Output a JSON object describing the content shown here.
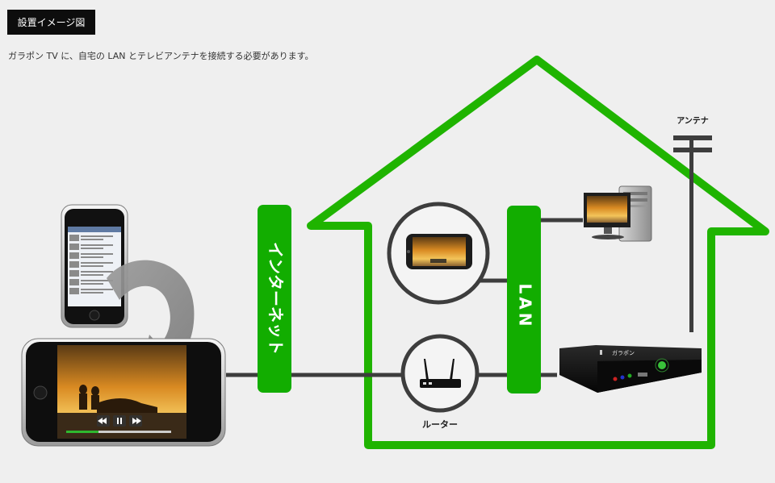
{
  "header": {
    "badge": "設置イメージ図",
    "intro": "ガラポン TV に、自宅の LAN とテレビアンテナを接続する必要があります。"
  },
  "labels": {
    "internet": "インターネット",
    "lan": "LAN",
    "antenna": "アンテナ",
    "router": "ルーター"
  },
  "device": {
    "brand": "ガラポン"
  },
  "colors": {
    "house": "#1fb400",
    "pill": "#12ad00",
    "cable": "#3d3d3d",
    "background": "#efefef"
  },
  "icons": [
    "phone-icon",
    "rotate-arrow-icon",
    "router-icon",
    "desktop-pc-icon",
    "garapon-box-icon",
    "antenna-icon"
  ]
}
